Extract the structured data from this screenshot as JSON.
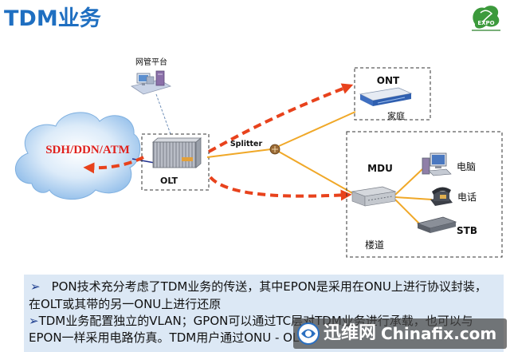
{
  "slide": {
    "title": "TDM业务",
    "logo_text": "EXPO"
  },
  "diagram": {
    "nms_label": "网管平台",
    "cloud_label": "SDH/DDN/ATM",
    "olt_label": "OLT",
    "splitter_label": "Splitter",
    "ont_label": "ONT",
    "home_label": "家庭",
    "mdu_label": "MDU",
    "corridor_label": "楼道",
    "pc_label": "电脑",
    "phone_label": "电话",
    "stb_label": "STB"
  },
  "notes": {
    "bullet": "➢",
    "p1_line1": "PON技术充分考虑了TDM业务的传送，其中EPON是采用在ONU上进行协议封装，",
    "p1_line2": "在OLT或其带的另一ONU上进行还原",
    "p2_line1": "TDM业务配置独立的VLAN；GPON可以通过TC层对TDM业务进行承载，也可以与",
    "p2_line2": "EPON一样采用电路仿真。TDM用户通过ONU - OL"
  },
  "watermark": {
    "cn": "迅维网",
    "en": "Chinafix.com"
  },
  "icons": {
    "nms": "server-icon",
    "olt": "olt-chassis-icon",
    "splitter": "splitter-icon",
    "ont": "ont-device-icon",
    "mdu": "mdu-device-icon",
    "pc": "computer-icon",
    "phone": "telephone-icon",
    "stb": "set-top-box-icon"
  },
  "colors": {
    "title": "#1f6fc1",
    "cloud_label": "#e0201c",
    "signal_arrow": "#e8421c",
    "fiber": "#f0a828",
    "note_bg": "#dce8f5"
  }
}
